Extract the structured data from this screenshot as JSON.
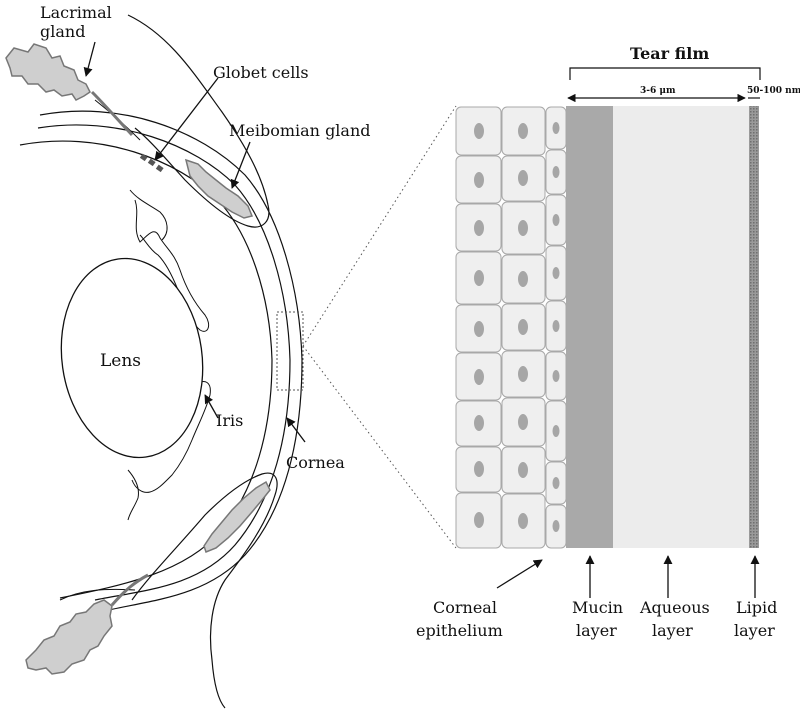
{
  "labels": {
    "lacrimal_gland_line1": "Lacrimal",
    "lacrimal_gland_line2": "gland",
    "goblet_cells": "Globet cells",
    "meibomian_gland": "Meibomian gland",
    "lens": "Lens",
    "iris": "Iris",
    "cornea": "Cornea",
    "tear_film": "Tear film",
    "thickness_aqueous": "3-6 μm",
    "thickness_lipid": "50-100 nm",
    "corneal_epithelium_line1": "Corneal",
    "corneal_epithelium_line2": "epithelium",
    "mucin_line1": "Mucin",
    "mucin_line2": "layer",
    "aqueous_line1": "Aqueous",
    "aqueous_line2": "layer",
    "lipid_line1": "Lipid",
    "lipid_line2": "layer"
  },
  "colors": {
    "gland_fill": "#cfcfcf",
    "mucin": "#a9a9a9",
    "aqueous": "#ececec",
    "lipid": "#8f8f8f",
    "cell_fill": "#efefef",
    "nucleus": "#a6a6a6"
  }
}
